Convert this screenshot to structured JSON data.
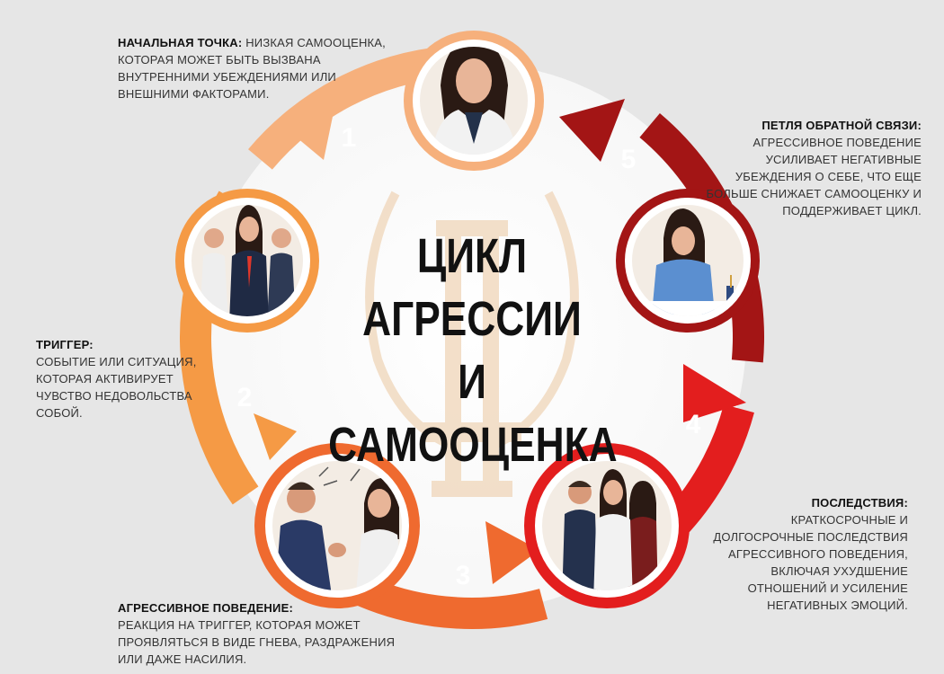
{
  "title": {
    "line1": "ЦИКЛ",
    "line2": "АГРЕССИИ",
    "line3": "И САМООЦЕНКА"
  },
  "steps": [
    {
      "number": "1",
      "color": "#f6b07c",
      "heading": "НАЧАЛЬНАЯ ТОЧКА:",
      "text": "НИЗКАЯ САМООЦЕНКА, КОТОРАЯ МОЖЕТ БЫТЬ ВЫЗВАНА ВНУТРЕННИМИ УБЕЖДЕНИЯМИ ИЛИ ВНЕШНИМИ ФАКТОРАМИ."
    },
    {
      "number": "2",
      "color": "#f59a45",
      "heading": "ТРИГГЕР:",
      "text": "СОБЫТИЕ ИЛИ СИТУАЦИЯ, КОТОРАЯ АКТИВИРУЕТ ЧУВСТВО НЕДОВОЛЬСТВА СОБОЙ."
    },
    {
      "number": "3",
      "color": "#ef6a2f",
      "heading": "АГРЕССИВНОЕ ПОВЕДЕНИЕ:",
      "text": "РЕАКЦИЯ НА ТРИГГЕР, КОТОРАЯ МОЖЕТ ПРОЯВЛЯТЬСЯ В ВИДЕ ГНЕВА, РАЗДРАЖЕНИЯ ИЛИ ДАЖЕ НАСИЛИЯ."
    },
    {
      "number": "4",
      "color": "#e31e1e",
      "heading": "ПОСЛЕДСТВИЯ:",
      "text": "КРАТКОСРОЧНЫЕ И ДОЛГОСРОЧНЫЕ ПОСЛЕДСТВИЯ АГРЕССИВНОГО ПОВЕДЕНИЯ, ВКЛЮЧАЯ УХУДШЕНИЕ ОТНОШЕНИЙ И УСИЛЕНИЕ НЕГАТИВНЫХ ЭМОЦИЙ."
    },
    {
      "number": "5",
      "color": "#a31515",
      "heading": "ПЕТЛЯ ОБРАТНОЙ СВЯЗИ:",
      "text": "АГРЕССИВНОЕ ПОВЕДЕНИЕ УСИЛИВАЕТ НЕГАТИВНЫЕ УБЕЖДЕНИЯ О СЕБЕ, ЧТО ЕЩЕ БОЛЬШЕ СНИЖАЕТ САМООЦЕНКУ И ПОДДЕРЖИВАЕТ ЦИКЛ."
    }
  ],
  "colors": {
    "background": "#e6e6e6",
    "watermark": "#f2dcc4",
    "ring_gradient_start": "#f6b07c",
    "ring_gradient_end": "#a31515"
  },
  "illustrations": [
    "woman-in-white-blazer-portrait",
    "three-businesswomen-group",
    "arguing-man-and-woman",
    "three-business-people-group",
    "stressed-woman-at-desk"
  ]
}
